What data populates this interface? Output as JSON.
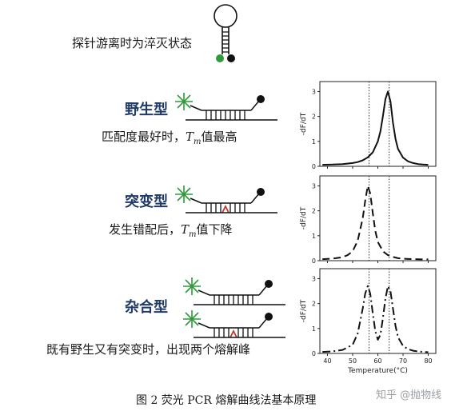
{
  "top": {
    "probe_label": "探针游离时为淬灭状态"
  },
  "rows": [
    {
      "type_label": "野生型",
      "desc": [
        "匹配度最好时，",
        "T",
        "m",
        "值最高"
      ]
    },
    {
      "type_label": "突变型",
      "desc": [
        "发生错配后，",
        "T",
        "m",
        "值下降"
      ]
    },
    {
      "type_label": "杂合型",
      "desc_text": "既有野生又有突变时，出现两个熔解峰"
    }
  ],
  "chart_data": [
    {
      "type": "line",
      "ylabel": "-dF/dT",
      "yticks": [
        "0",
        "1",
        "2",
        "3"
      ],
      "ylim": [
        0,
        3.4
      ],
      "xlim": [
        37,
        83
      ],
      "line_style": "solid",
      "vlines": [
        56.5,
        64.5
      ],
      "x": [
        38,
        42,
        46,
        50,
        52,
        54,
        56,
        58,
        60,
        61,
        62,
        63,
        64,
        65,
        66,
        67,
        68,
        70,
        72,
        74,
        76,
        78,
        80
      ],
      "y": [
        0.06,
        0.07,
        0.09,
        0.13,
        0.17,
        0.24,
        0.36,
        0.56,
        1.0,
        1.4,
        2.0,
        2.7,
        3.0,
        2.6,
        1.75,
        1.1,
        0.7,
        0.35,
        0.2,
        0.13,
        0.09,
        0.07,
        0.06
      ]
    },
    {
      "type": "line",
      "ylabel": "-dF/dT",
      "yticks": [
        "0",
        "1",
        "2",
        "3"
      ],
      "ylim": [
        0,
        3.4
      ],
      "xlim": [
        37,
        83
      ],
      "line_style": "dashed",
      "vlines": [
        56.5,
        64.5
      ],
      "x": [
        38,
        42,
        46,
        48,
        50,
        52,
        54,
        55,
        56,
        57,
        58,
        59,
        60,
        62,
        64,
        66,
        68,
        70,
        74,
        78,
        80
      ],
      "y": [
        0.06,
        0.08,
        0.14,
        0.22,
        0.38,
        0.8,
        1.7,
        2.4,
        3.0,
        2.7,
        1.9,
        1.2,
        0.75,
        0.38,
        0.22,
        0.15,
        0.1,
        0.08,
        0.06,
        0.05,
        0.05
      ]
    },
    {
      "type": "line",
      "ylabel": "-dF/dT",
      "xlabel": "Temperature(°C)",
      "yticks": [
        "0",
        "1",
        "2",
        "3"
      ],
      "xticks": [
        "40",
        "50",
        "60",
        "70",
        "80"
      ],
      "ylim": [
        0,
        3.4
      ],
      "xlim": [
        37,
        83
      ],
      "line_style": "dashdot",
      "vlines": [
        56.5,
        64.5
      ],
      "x": [
        38,
        42,
        46,
        50,
        52,
        54,
        55,
        56,
        57,
        58,
        59,
        60,
        61,
        62,
        63,
        64,
        65,
        66,
        67,
        68,
        70,
        72,
        74,
        76,
        78,
        80
      ],
      "y": [
        0.06,
        0.08,
        0.14,
        0.35,
        0.8,
        1.8,
        2.4,
        2.7,
        2.4,
        1.6,
        0.9,
        0.55,
        0.75,
        1.4,
        2.2,
        2.7,
        2.5,
        1.8,
        1.1,
        0.65,
        0.3,
        0.17,
        0.11,
        0.08,
        0.06,
        0.05
      ]
    }
  ],
  "caption": "图 2  荧光 PCR 熔解曲线法基本原理",
  "watermark": "知乎 @抛物线"
}
